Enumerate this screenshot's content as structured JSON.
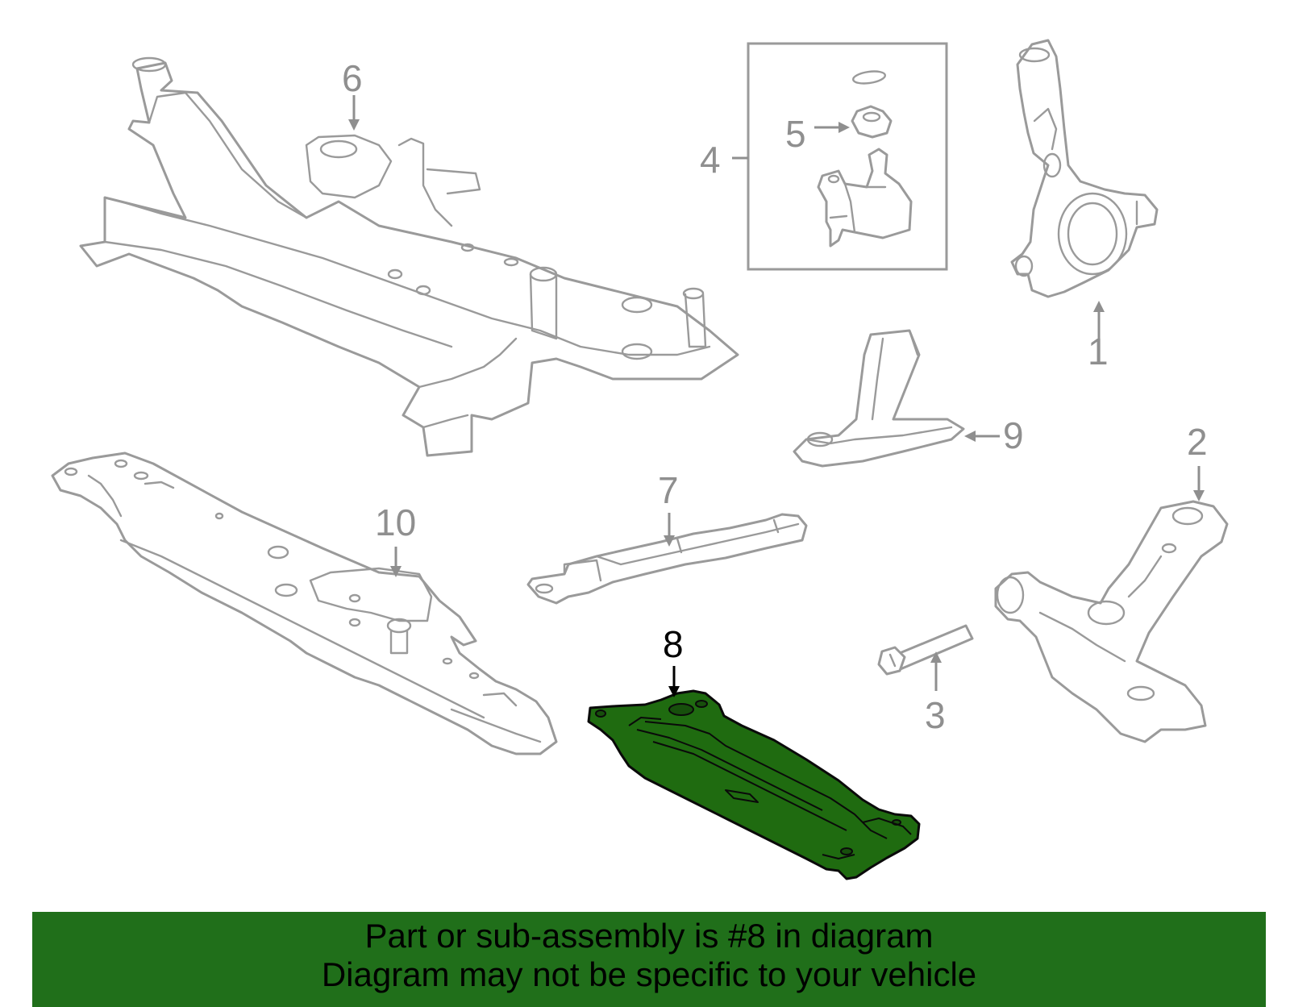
{
  "callouts": {
    "c1": "1",
    "c2": "2",
    "c3": "3",
    "c4": "4",
    "c5": "5",
    "c6": "6",
    "c7": "7",
    "c8": "8",
    "c9": "9",
    "c10": "10"
  },
  "highlighted_part": "8",
  "colors": {
    "highlight_fill": "#1f6b10",
    "banner_background": "#206f1a",
    "line_art": "#9a9a9a"
  },
  "banner": {
    "line1": "Part or sub-assembly is #8 in diagram",
    "line2": "Diagram may not be specific to your vehicle"
  }
}
